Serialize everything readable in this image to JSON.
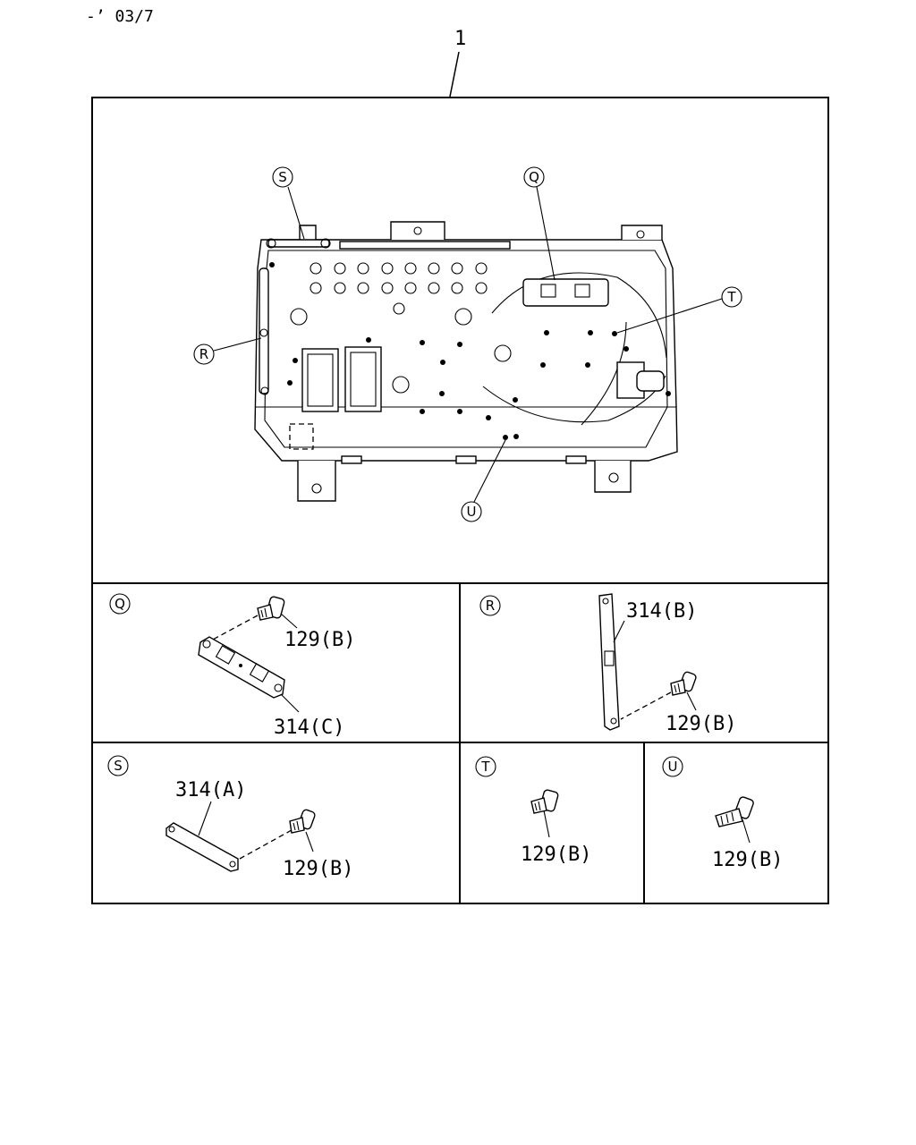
{
  "header": {
    "date_code": "-’ 03/7"
  },
  "main": {
    "part_number": "1"
  },
  "callouts": {
    "q": "Q",
    "r": "R",
    "s": "S",
    "t": "T",
    "u": "U"
  },
  "details": {
    "q": {
      "label": "Q",
      "screw": "129(B)",
      "bracket": "314(C)"
    },
    "r": {
      "label": "R",
      "bracket": "314(B)",
      "screw": "129(B)"
    },
    "s": {
      "label": "S",
      "bracket": "314(A)",
      "screw": "129(B)"
    },
    "t": {
      "label": "T",
      "screw": "129(B)"
    },
    "u": {
      "label": "U",
      "screw": "129(B)"
    }
  }
}
